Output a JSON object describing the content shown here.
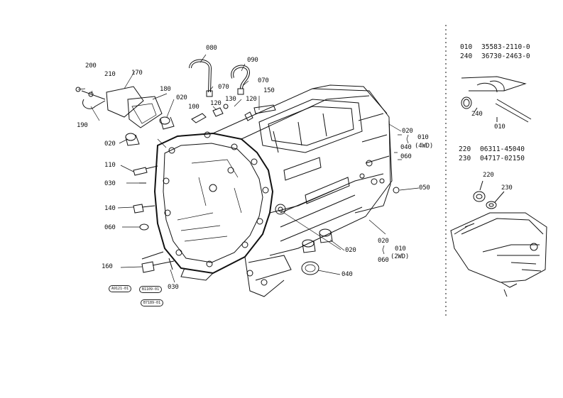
{
  "callouts": {
    "c080": "080",
    "c090": "090",
    "c200": "200",
    "c210": "210",
    "c170": "170",
    "c180": "180",
    "c070a": "070",
    "c070b": "070",
    "c130": "130",
    "c120a": "120",
    "c120b": "120",
    "c150": "150",
    "c020a": "020",
    "c100": "100",
    "c190": "190",
    "c020b": "020",
    "c110": "110",
    "c030a": "030",
    "c140": "140",
    "c060": "060",
    "c160": "160",
    "c030b": "030",
    "c020c": "020",
    "c040": "040",
    "c050": "050",
    "g4wd_020": "020",
    "g4wd_040": "040",
    "g4wd_060": "060",
    "g4wd_010": "010",
    "g4wd_label": "(4WD)",
    "g2wd_020": "020",
    "g2wd_060": "060",
    "g2wd_010": "010",
    "g2wd_label": "(2WD)",
    "c240": "240",
    "c010": "010",
    "c220": "220",
    "c230": "230"
  },
  "parts_top": [
    {
      "code": "010",
      "part": "35583-2110-0"
    },
    {
      "code": "240",
      "part": "36730-2463-0"
    }
  ],
  "parts_mid": [
    {
      "code": "220",
      "part": "06311-45040"
    },
    {
      "code": "230",
      "part": "04717-02150"
    }
  ],
  "stamps": {
    "s1": "A9121-01",
    "s2": "B1109-01",
    "s3": "B7189-01"
  }
}
